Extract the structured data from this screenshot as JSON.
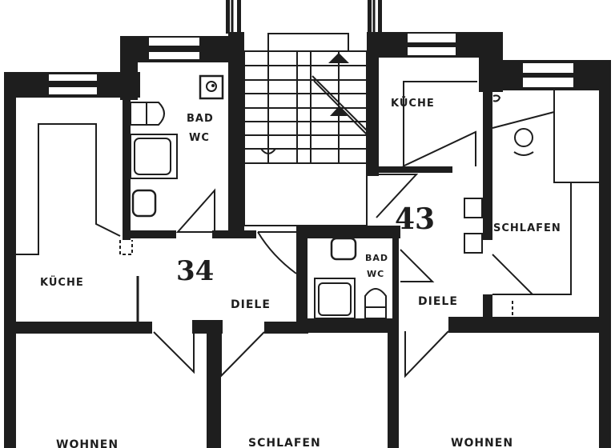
{
  "plan": {
    "type": "floor-plan",
    "colors": {
      "ink": "#1e1e1e",
      "paper": "#ffffff"
    },
    "apartments": [
      {
        "number": "34",
        "rooms": {
          "bath": {
            "line1": "BAD",
            "line2": "WC"
          },
          "kitchen": "KÜCHE",
          "hall": "DIELE",
          "living": "WOHNEN",
          "bedroom": "SCHLAFEN"
        }
      },
      {
        "number": "43",
        "rooms": {
          "kitchen": "KÜCHE",
          "bedroom": "SCHLAFEN",
          "bath": {
            "line1": "BAD",
            "line2": "WC"
          },
          "hall": "DIELE",
          "living": "WOHNEN"
        }
      }
    ],
    "stairwell": {
      "label": ""
    }
  }
}
